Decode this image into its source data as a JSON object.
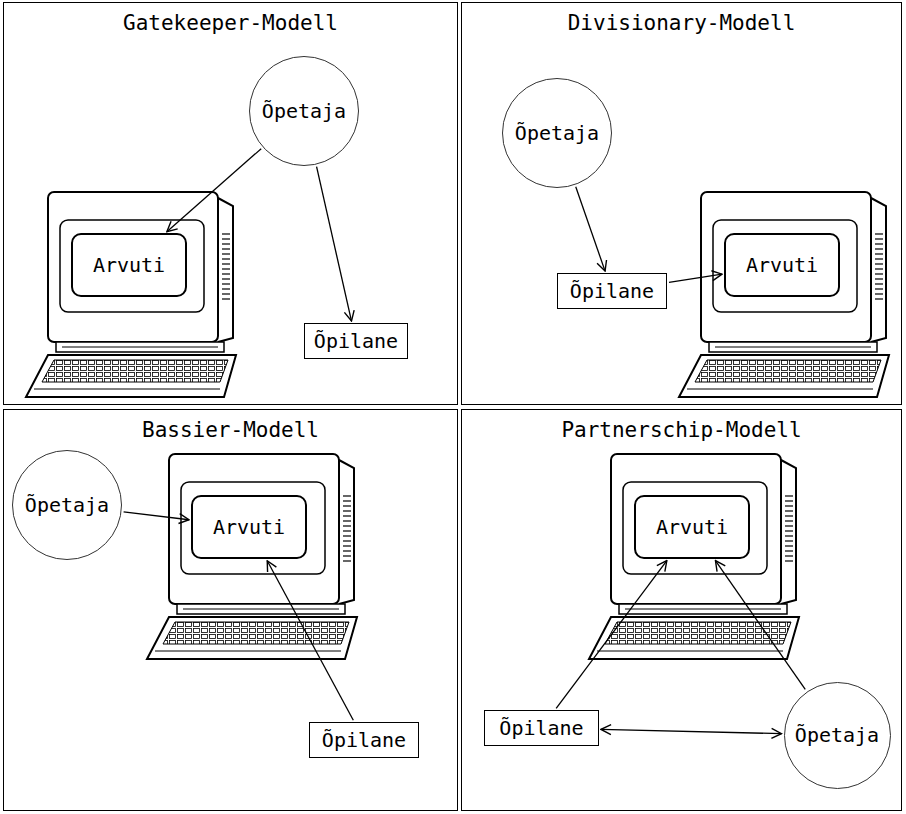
{
  "diagram": {
    "nodes": [
      {
        "text": [
          "Gatekeeper-Modell"
        ]
      },
      {
        "text": [
          "Arvuti"
        ],
        "in": 0
      },
      {
        "text": [
          "Õpetaja"
        ],
        "in": 0
      },
      {
        "text": [
          "Õpilane"
        ],
        "in": 0
      },
      {
        "text": [
          "Divisionary-Modell"
        ]
      },
      {
        "text": [
          "Õpetaja"
        ],
        "in": 4
      },
      {
        "text": [
          "Õpilane"
        ],
        "in": 4
      },
      {
        "text": [
          "Arvuti"
        ],
        "in": 4
      },
      {
        "text": [
          "Bassier-Modell"
        ]
      },
      {
        "text": [
          "Õpetaja"
        ],
        "in": 8
      },
      {
        "text": [
          "Arvuti"
        ],
        "in": 8
      },
      {
        "text": [
          "Õpilane"
        ],
        "in": 8
      },
      {
        "text": [
          "Partnerschip-Modell"
        ]
      },
      {
        "text": [
          "Arvuti"
        ],
        "in": 12
      },
      {
        "text": [
          "Õpilane"
        ],
        "in": 12
      },
      {
        "text": [
          "Õpetaja"
        ],
        "in": 12
      }
    ],
    "edges": [
      {
        "from": 2,
        "to": 1,
        "arrow": "to"
      },
      {
        "from": 2,
        "to": 3,
        "arrow": "to"
      },
      {
        "from": 5,
        "to": 6,
        "arrow": "to"
      },
      {
        "from": 6,
        "to": 7,
        "arrow": "to"
      },
      {
        "from": 9,
        "to": 10,
        "arrow": "to"
      },
      {
        "from": 11,
        "to": 10,
        "arrow": "to"
      },
      {
        "from": 14,
        "to": 13,
        "arrow": "to"
      },
      {
        "from": 15,
        "to": 13,
        "arrow": "to"
      },
      {
        "from": 14,
        "to": 15,
        "arrow": "both"
      }
    ]
  }
}
